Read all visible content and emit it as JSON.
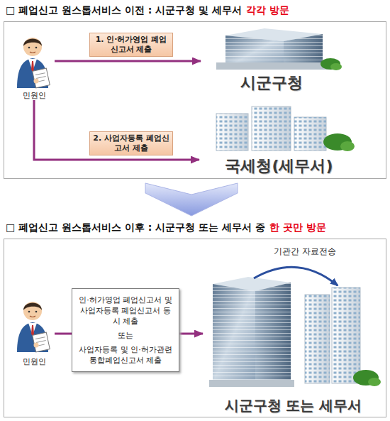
{
  "diagram": {
    "nodes": [
      {
        "text": [
          "□ 폐업신고 원스톱서비스 이전 : 시군구청 및 세무서",
          "각각 방문"
        ]
      },
      {
        "text": [
          "민원인"
        ],
        "in": 0
      },
      {
        "text": [
          "시군구청"
        ],
        "in": 0
      },
      {
        "text": [
          "국세청(세무서)"
        ],
        "in": 0
      },
      {
        "text": [
          "□ 폐업신고 원스톱서비스 이후 : 시군구청 또는 세무서 중",
          "한 곳만 방문"
        ]
      },
      {
        "text": [
          "민원인"
        ],
        "in": 4
      },
      {
        "text": [
          "인·허가영업 폐업신고서 및 사업자등록 폐업신고서 동시 제출",
          "또는",
          "사업자등록 및 인·허가관련 통합폐업신고서 제출"
        ],
        "in": 4
      },
      {
        "text": [
          "시군구청 또는 세무서"
        ],
        "in": 4
      }
    ],
    "edges": [
      {
        "from": 1,
        "to": 2,
        "label": "1. 인·허가영업 폐업신고서 제출",
        "arrow": "to"
      },
      {
        "from": 1,
        "to": 3,
        "label": "2. 사업자등록 폐업신고서 제출",
        "arrow": "to"
      },
      {
        "from": 5,
        "to": 6,
        "arrow": "none"
      },
      {
        "from": 6,
        "to": 7,
        "arrow": "to"
      }
    ],
    "labels": [
      "기관간 자료전송"
    ]
  }
}
